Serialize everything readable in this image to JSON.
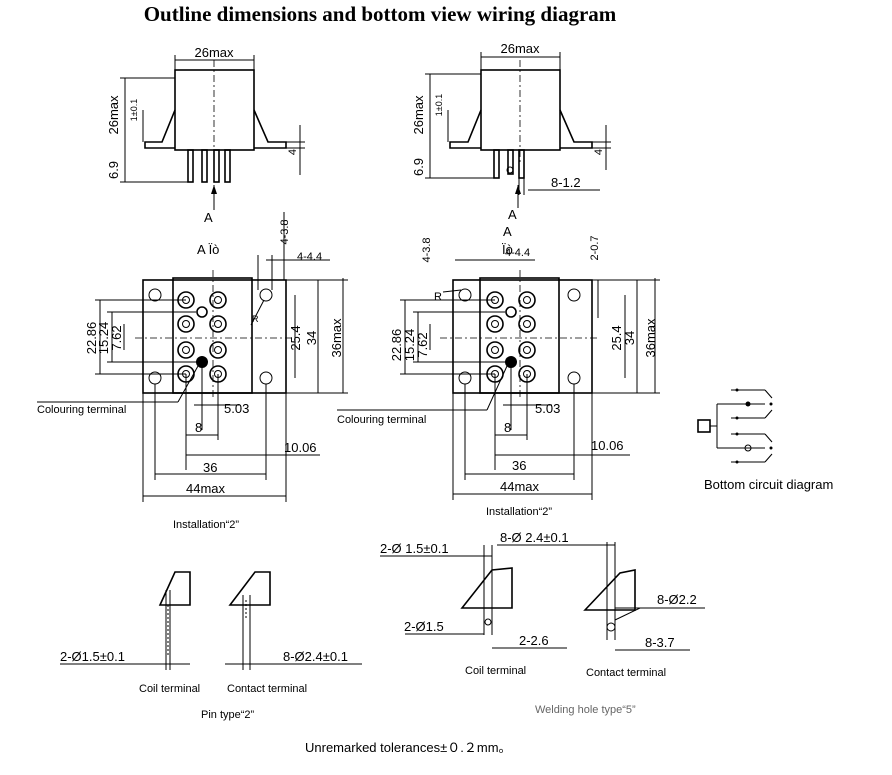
{
  "title": "Outline dimensions and bottom view wiring diagram",
  "side_views": {
    "left": {
      "width": "26max",
      "height": "26max",
      "offset": "1±0.1",
      "pin_len": "6.9",
      "flange": "4",
      "arrow": "A"
    },
    "right": {
      "width": "26max",
      "height": "26max",
      "offset": "1±0.1",
      "pin_len": "6.9",
      "flange": "4",
      "arrow": "A",
      "pitch": "8-1.2"
    }
  },
  "bottom_views": {
    "left": {
      "heading": "A Ïò",
      "holes_dim": "4-3.8",
      "mount": "4-4.4",
      "r": "R",
      "h1": "22.86",
      "h2": "15.24",
      "h3": "7.62",
      "v1": "25.4",
      "v2": "34",
      "v3": "36max",
      "w1": "5.03",
      "w2": "8",
      "w3": "10.06",
      "w4": "36",
      "w5": "44max",
      "colour": "Colouring terminal",
      "caption": "Installation“2”"
    },
    "right": {
      "heading_a": "A",
      "heading_b": "Ïò",
      "holes_dim": "4-3.8",
      "mount": "4-4.4",
      "offset": "2-0.7",
      "r": "R",
      "h1": "22.86",
      "h2": "15.24",
      "h3": "7.62",
      "v1": "25.4",
      "v2": "34",
      "v3": "36max",
      "w1": "5.03",
      "w2": "8",
      "w3": "10.06",
      "w4": "36",
      "w5": "44max",
      "colour": "Colouring terminal",
      "caption": "Installation“2”"
    }
  },
  "circuit": {
    "label": "Bottom circuit diagram"
  },
  "pin_type": {
    "coil_dim": "2-Ø1.5±0.1",
    "contact_dim": "8-Ø2.4±0.1",
    "coil_label": "Coil terminal",
    "contact_label": "Contact terminal",
    "caption": "Pin type“2”"
  },
  "welding": {
    "coil_top": "2-Ø 1.5±0.1",
    "contact_top": "8-Ø 2.4±0.1",
    "coil_hole": "2-Ø1.5",
    "coil_pitch": "2-2.6",
    "contact_hole": "8-Ø2.2",
    "contact_pitch": "8-3.7",
    "coil_label": "Coil terminal",
    "contact_label": "Contact terminal",
    "caption": "Welding hole type“5”"
  },
  "footer": "Unremarked tolerances±０.２mm。"
}
